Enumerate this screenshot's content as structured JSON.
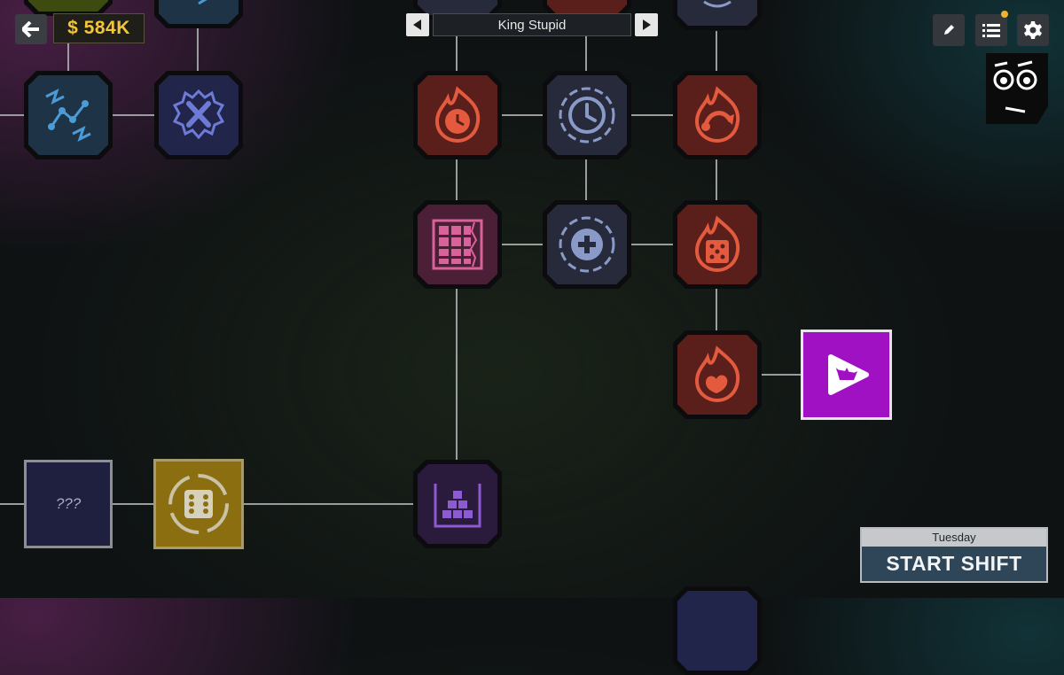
{
  "hud": {
    "money": "$ 584K",
    "selector_title": "King Stupid",
    "icons": {
      "back": "arrow-left-icon",
      "prev": "triangle-left-icon",
      "next": "triangle-right-icon",
      "edit": "pencil-icon",
      "list": "list-icon",
      "settings": "gear-icon"
    },
    "notification_color": "#f2b230"
  },
  "start_shift": {
    "day": "Tuesday",
    "label": "START SHIFT"
  },
  "tree": {
    "locked_node_label": "???",
    "colors": {
      "money": "#f2c53a",
      "red_node": "#e35a3e",
      "slate_node": "#8a9ac8",
      "blue_node": "#4a9bd6",
      "pink_node": "#d9629a",
      "violet_node": "#8d5bd1",
      "highlight": "#a011c4",
      "gold_node": "#8a6e10"
    }
  }
}
